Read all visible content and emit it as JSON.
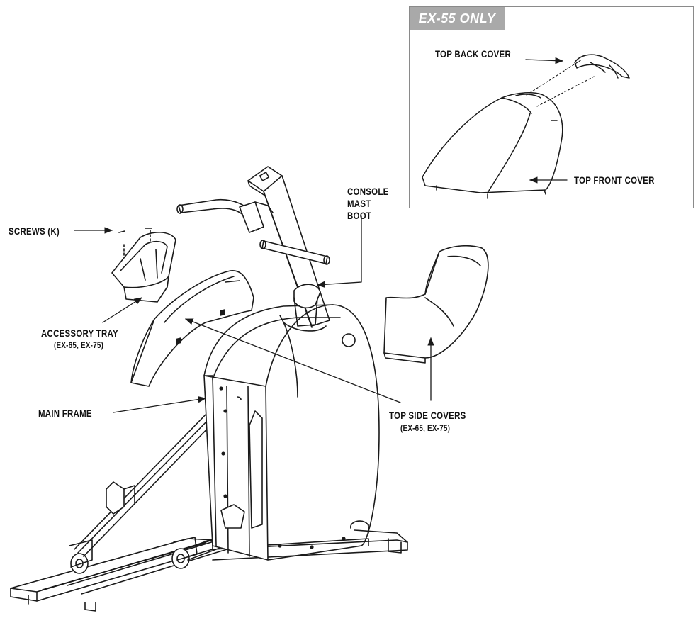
{
  "inset": {
    "title": "EX-55 ONLY",
    "tab_color": "#a9a9a9",
    "labels": {
      "top_back_cover": "TOP BACK COVER",
      "top_front_cover": "TOP FRONT  COVER"
    }
  },
  "labels": {
    "screws": "SCREWS (K)",
    "console_mast_boot": [
      "CONSOLE",
      "MAST",
      "BOOT"
    ],
    "accessory_tray": "ACCESSORY TRAY",
    "accessory_tray_models": "(EX-65, EX-75)",
    "main_frame": "MAIN FRAME",
    "top_side_covers": "TOP SIDE COVERS",
    "top_side_covers_models": "(EX-65, EX-75)"
  },
  "line_color": "#1a1a1a"
}
